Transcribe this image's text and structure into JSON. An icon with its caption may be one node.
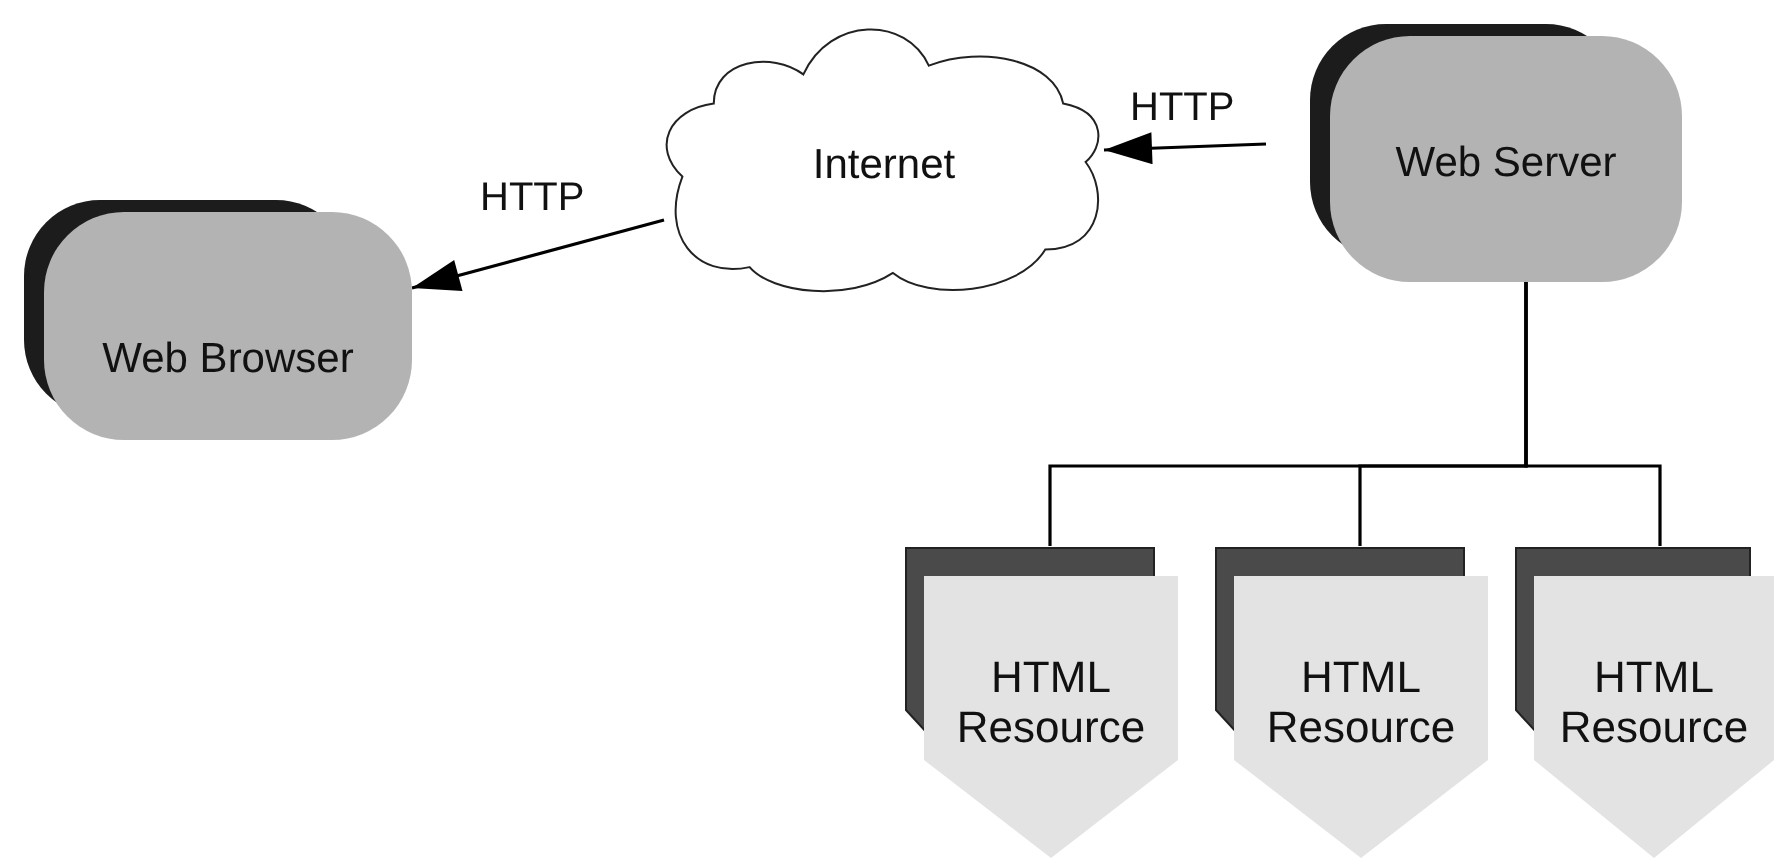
{
  "diagram": {
    "nodes": [
      {
        "text": [
          "Internet"
        ]
      },
      {
        "text": [
          "Web Server"
        ]
      },
      {
        "text": [
          "Web Browser"
        ]
      },
      {
        "text": [
          "HTML Resource"
        ]
      },
      {
        "text": [
          "HTML Resource"
        ]
      },
      {
        "text": [
          "HTML Resource"
        ]
      }
    ],
    "edges": [
      {
        "from": 1,
        "to": 0,
        "arrow": "to",
        "label": "HTTP"
      },
      {
        "from": 0,
        "to": 2,
        "arrow": "to",
        "label": "HTTP"
      },
      {
        "from": 1,
        "to": 3,
        "arrow": "none"
      },
      {
        "from": 1,
        "to": 4,
        "arrow": "none"
      },
      {
        "from": 1,
        "to": 5,
        "arrow": "none"
      }
    ]
  }
}
